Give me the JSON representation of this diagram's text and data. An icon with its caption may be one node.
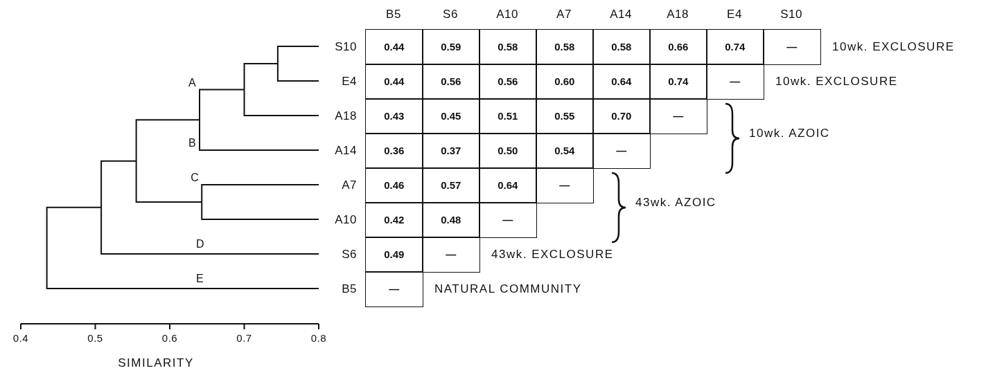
{
  "diagram": {
    "labels": [
      "B5",
      "S6",
      "A10",
      "A7",
      "A14",
      "A18",
      "E4",
      "S10",
      "S10",
      "0.44",
      "0.59",
      "0.58",
      "0.58",
      "0.58",
      "0.66",
      "0.74",
      "—",
      "10wk. EXCLOSURE",
      "A",
      "E4",
      "0.44",
      "0.56",
      "0.56",
      "0.60",
      "0.64",
      "0.74",
      "—",
      "10wk. EXCLOSURE",
      "A18",
      "0.43",
      "0.45",
      "0.51",
      "0.55",
      "0.70",
      "—",
      "10wk. AZOIC",
      "B",
      "A14",
      "0.36",
      "0.37",
      "0.50",
      "0.54",
      "—",
      "C",
      "A7",
      "0.46",
      "0.57",
      "0.64",
      "—",
      "43wk. AZOIC",
      "A10",
      "0.42",
      "0.48",
      "—",
      "D",
      "S6",
      "0.49",
      "—",
      "43wk. EXCLOSURE",
      "E",
      "B5",
      "—",
      "NATURAL COMMUNITY",
      "0.4",
      "0.5",
      "0.6",
      "0.7",
      "0.8",
      "SIMILARITY"
    ]
  }
}
